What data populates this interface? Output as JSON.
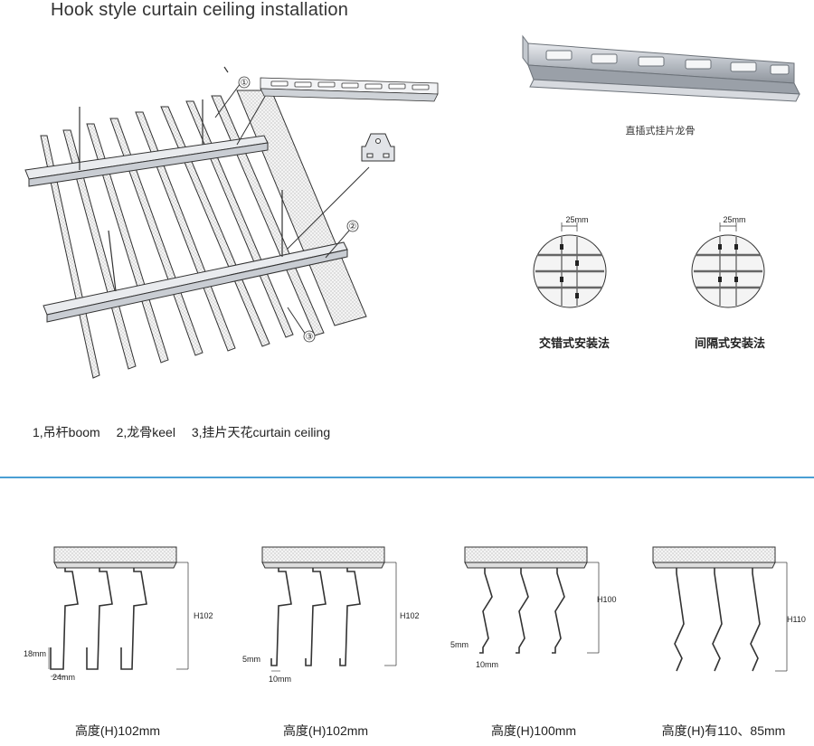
{
  "title": "Hook style curtain ceiling installation",
  "markers": [
    "①",
    "②",
    "③"
  ],
  "keel_caption": "直插式挂片龙骨",
  "method_left": {
    "dimension": "25mm",
    "label": "交错式安装法"
  },
  "method_right": {
    "dimension": "25mm",
    "label": "间隔式安装法"
  },
  "legend": [
    "1,吊杆boom",
    "2,龙骨keel",
    "3,挂片天花curtain ceiling"
  ],
  "profiles": [
    {
      "height_label": "H102",
      "dim_a": "18mm",
      "dim_b": "24mm",
      "caption": "高度(H)102mm"
    },
    {
      "height_label": "H102",
      "dim_a": "5mm",
      "dim_b": "10mm",
      "caption": "高度(H)102mm"
    },
    {
      "height_label": "H100",
      "dim_a": "5mm",
      "dim_b": "10mm",
      "caption": "高度(H)100mm"
    },
    {
      "height_label": "H110",
      "caption": "高度(H)有110、85mm"
    }
  ],
  "colors": {
    "divider": "#4a9fd4",
    "line": "#333333",
    "metal": "#c8ccd2"
  }
}
